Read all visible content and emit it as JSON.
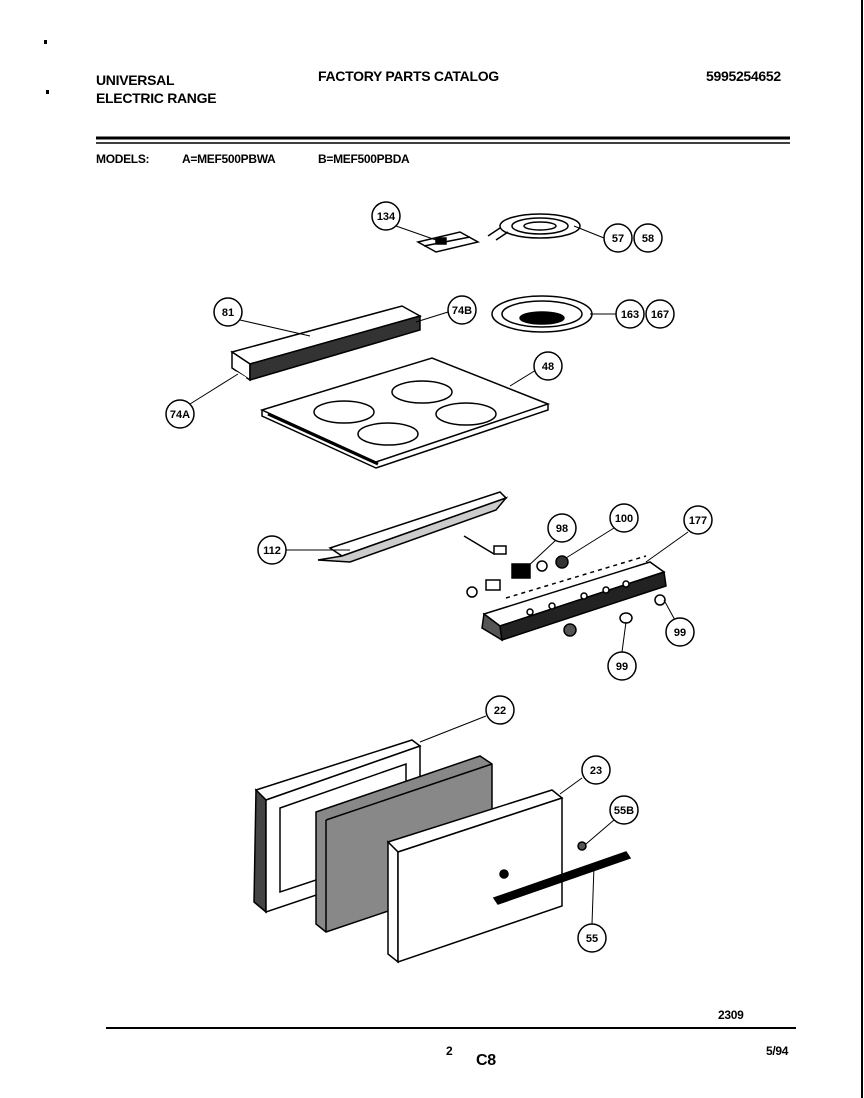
{
  "header": {
    "brand_line1": "UNIVERSAL",
    "brand_line2": "ELECTRIC RANGE",
    "title": "FACTORY PARTS CATALOG",
    "catalog_number": "5995254652"
  },
  "models": {
    "label": "MODELS:",
    "model_a": "A=MEF500PBWA",
    "model_b": "B=MEF500PBDA"
  },
  "callouts": [
    "134",
    "57",
    "58",
    "81",
    "74B",
    "163",
    "167",
    "48",
    "74A",
    "112",
    "98",
    "100",
    "177",
    "99",
    "99",
    "22",
    "23",
    "55B",
    "55"
  ],
  "footer": {
    "diagram_number": "2309",
    "page_number": "2",
    "section": "C8",
    "date": "5/94"
  }
}
